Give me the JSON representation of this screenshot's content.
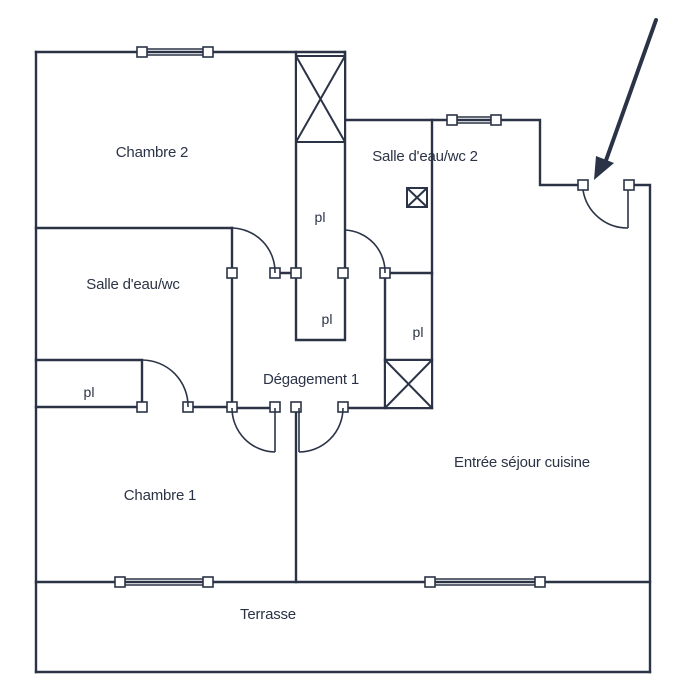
{
  "rooms": {
    "chambre_2": "Chambre 2",
    "salle_eau_wc_2": "Salle d'eau/wc 2",
    "salle_eau_wc": "Salle d'eau/wc",
    "degagement_1": "Dégagement 1",
    "chambre_1": "Chambre 1",
    "entree_sejour_cuisine": "Entrée séjour cuisine",
    "terrasse": "Terrasse"
  },
  "placards": {
    "pl_shaft_upper": "pl",
    "pl_shaft_lower": "pl",
    "pl_right": "pl",
    "pl_left": "pl"
  },
  "colors": {
    "ink": "#2b3346",
    "paper": "#ffffff"
  }
}
